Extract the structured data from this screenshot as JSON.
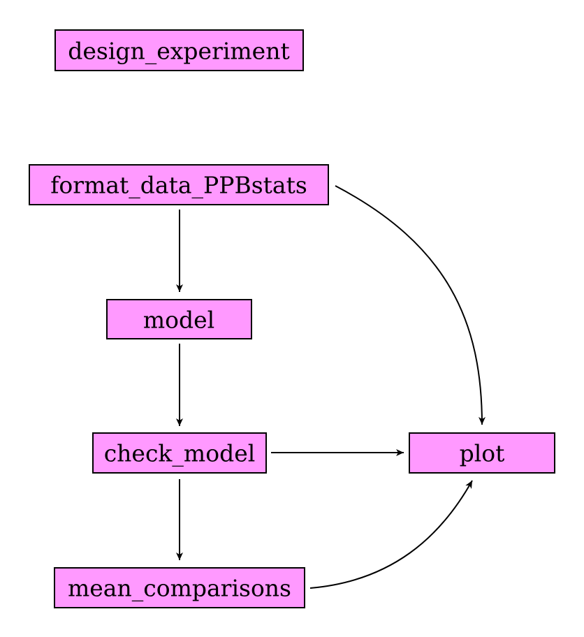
{
  "colors": {
    "node_fill": "#ff99ff",
    "stroke": "#000000",
    "background": "#ffffff"
  },
  "nodes": {
    "design_experiment": "design_experiment",
    "format_data_PPBstats": "format_data_PPBstats",
    "model": "model",
    "check_model": "check_model",
    "mean_comparisons": "mean_comparisons",
    "plot": "plot"
  },
  "edges": [
    {
      "from": "format_data_PPBstats",
      "to": "model"
    },
    {
      "from": "format_data_PPBstats",
      "to": "plot"
    },
    {
      "from": "model",
      "to": "check_model"
    },
    {
      "from": "check_model",
      "to": "plot"
    },
    {
      "from": "check_model",
      "to": "mean_comparisons"
    },
    {
      "from": "mean_comparisons",
      "to": "plot"
    }
  ]
}
